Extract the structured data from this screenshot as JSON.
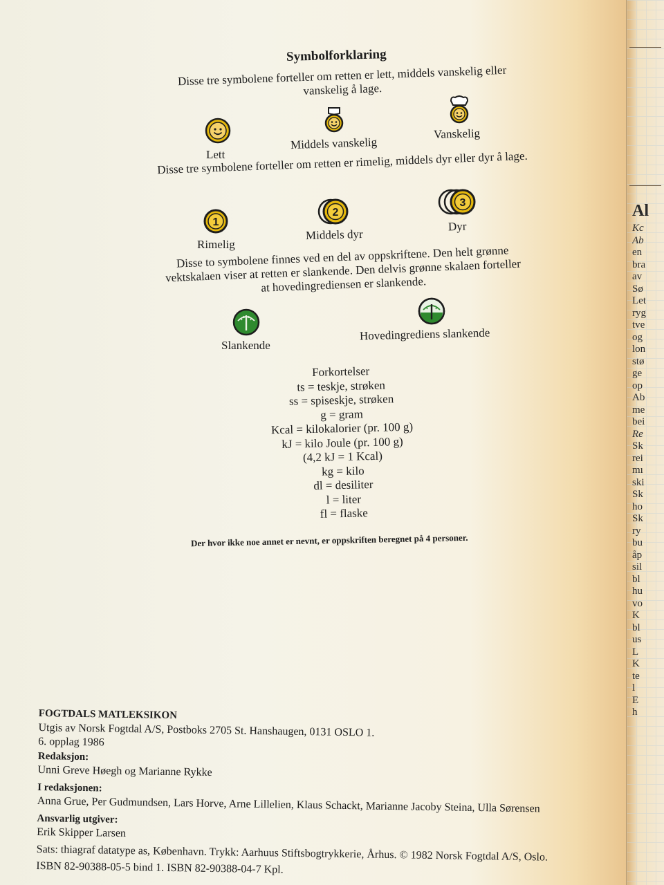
{
  "symbols": {
    "heading": "Symbolforklaring",
    "difficulty_text": "Disse tre symbolene forteller om retten er lett, middels vanskelig eller vanskelig å lage.",
    "difficulty_labels": [
      "Lett",
      "Middels vanskelig",
      "Vanskelig"
    ],
    "price_text": "Disse tre symbolene forteller om retten er rimelig, middels dyr eller dyr å lage.",
    "price_labels": [
      "Rimelig",
      "Middels dyr",
      "Dyr"
    ],
    "price_numbers": [
      "1",
      "2",
      "3"
    ],
    "diet_text": "Disse to symbolene finnes ved en del av oppskriftene. Den helt grønne vektskalaen viser at retten er slankende. Den delvis grønne skalaen forteller at hovedingrediensen er slankende.",
    "diet_labels": [
      "Slankende",
      "Hovedingrediens slankende"
    ]
  },
  "abbreviations": {
    "title": "Forkortelser",
    "items": [
      "ts = teskje, strøken",
      "ss = spiseskje, strøken",
      "g = gram",
      "Kcal = kilokalorier (pr. 100 g)",
      "kJ = kilo Joule (pr. 100 g)",
      "(4,2 kJ = 1 Kcal)",
      "kg = kilo",
      "dl = desiliter",
      "l = liter",
      "fl = flaske"
    ]
  },
  "note": "Der hvor ikke noe annet er nevnt, er oppskriften beregnet på 4 personer.",
  "credits": {
    "title": "FOGTDALS MATLEKSIKON",
    "publisher": "Utgis av Norsk Fogtdal A/S, Postboks 2705 St. Hanshaugen, 0131 OSLO 1.",
    "edition": "6. opplag 1986",
    "editors_label": "Redaksjon:",
    "editors": "Unni Greve Høegh og Marianne Rykke",
    "staff_label": "I redaksjonen:",
    "staff": "Anna Grue, Per Gudmundsen, Lars Horve, Arne Lillelien, Klaus Schackt, Marianne Jacoby Steina, Ulla Sørensen",
    "responsible_label": "Ansvarlig utgiver:",
    "responsible": "Erik Skipper Larsen",
    "print": "Sats: thiagraf datatype as, København. Trykk: Aarhuus Stiftsbogtrykkerie, Århus. © 1982 Norsk Fogtdal A/S, Oslo.",
    "isbn": "ISBN 82-90388-05-5 bind 1. ISBN 82-90388-04-7 Kpl."
  },
  "adjacent_page": {
    "fragments": [
      "Al",
      "Kc",
      "Ab",
      "en",
      "bra",
      "av",
      "Sø",
      "Let",
      "ryg",
      "tve",
      "og",
      "lon",
      "stø",
      "ge",
      "op",
      "Ab",
      "me",
      "bei",
      "Re",
      "Sk",
      "rei",
      "mı",
      "ski",
      "Sk",
      "ho",
      "Sk",
      "ry",
      "bu",
      "åp",
      "sil",
      "bl",
      "hu",
      "vo",
      "K",
      "bl",
      "us",
      "L",
      "K",
      "te",
      "l",
      "E",
      "h"
    ]
  },
  "colors": {
    "gold": "#e5b80b",
    "green": "#2f8a2f",
    "ink": "#1d1d1d"
  }
}
